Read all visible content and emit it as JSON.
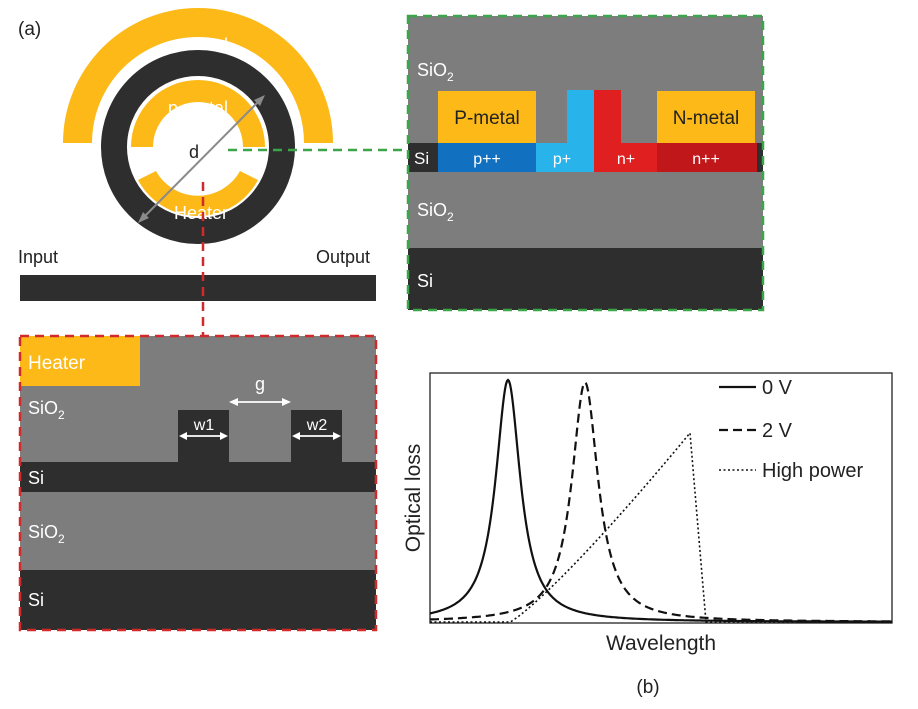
{
  "panels": {
    "a_label": "(a)",
    "b_label": "(b)"
  },
  "ring": {
    "n_metal": "n-metal",
    "p_metal": "p-metal",
    "heater": "Heater",
    "diameter": "d",
    "input": "Input",
    "output": "Output"
  },
  "pn_section": {
    "sio2_top": "SiO",
    "sio2_top_sub": "2",
    "p_metal": "P-metal",
    "n_metal": "N-metal",
    "si_layer": "Si",
    "p_plus_plus": "p++",
    "p_plus": "p+",
    "n_plus": "n+",
    "n_plus_plus": "n++",
    "sio2_mid": "SiO",
    "sio2_mid_sub": "2",
    "si_substrate": "Si"
  },
  "heater_section": {
    "heater": "Heater",
    "sio2_top": "SiO",
    "sio2_top_sub": "2",
    "gap": "g",
    "w1": "w1",
    "w2": "w2",
    "si_layer": "Si",
    "sio2_mid": "SiO",
    "sio2_mid_sub": "2",
    "si_substrate": "Si"
  },
  "chart_data": {
    "type": "line",
    "xlabel": "Wavelength",
    "ylabel": "Optical loss",
    "legend_position": "top-right",
    "series": [
      {
        "name": "0 V",
        "style": "solid"
      },
      {
        "name": "2 V",
        "style": "dashed"
      },
      {
        "name": "High power",
        "style": "dotted"
      }
    ]
  },
  "colors": {
    "metal": "#fcb918",
    "si_dark": "#2e2e2e",
    "oxide": "#7d7d7d",
    "p_plus_plus": "#1170bf",
    "p_plus": "#28b4ea",
    "n_plus": "#e02020",
    "n_plus_plus": "#c0171b",
    "green_dash": "#3aa54a",
    "red_dash": "#d22a2a"
  }
}
